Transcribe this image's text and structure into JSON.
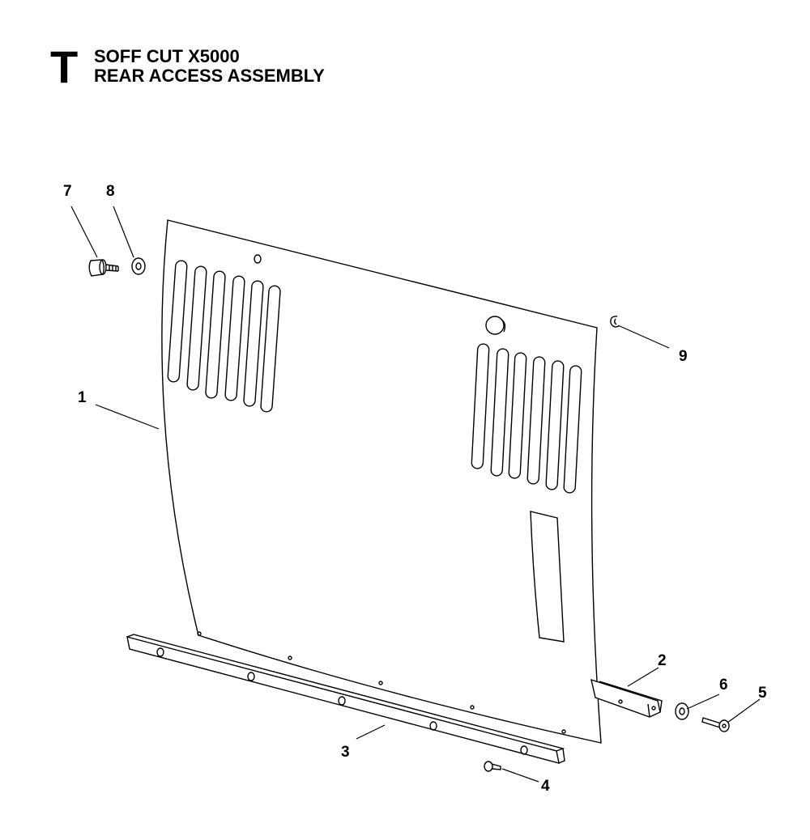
{
  "header": {
    "section_letter": "T",
    "title_line_1": "SOFF CUT X5000",
    "title_line_2": "REAR ACCESS ASSEMBLY"
  },
  "callouts": [
    {
      "id": "1",
      "label": "1"
    },
    {
      "id": "2",
      "label": "2"
    },
    {
      "id": "3",
      "label": "3"
    },
    {
      "id": "4",
      "label": "4"
    },
    {
      "id": "5",
      "label": "5"
    },
    {
      "id": "6",
      "label": "6"
    },
    {
      "id": "7",
      "label": "7"
    },
    {
      "id": "8",
      "label": "8"
    },
    {
      "id": "9",
      "label": "9"
    }
  ]
}
